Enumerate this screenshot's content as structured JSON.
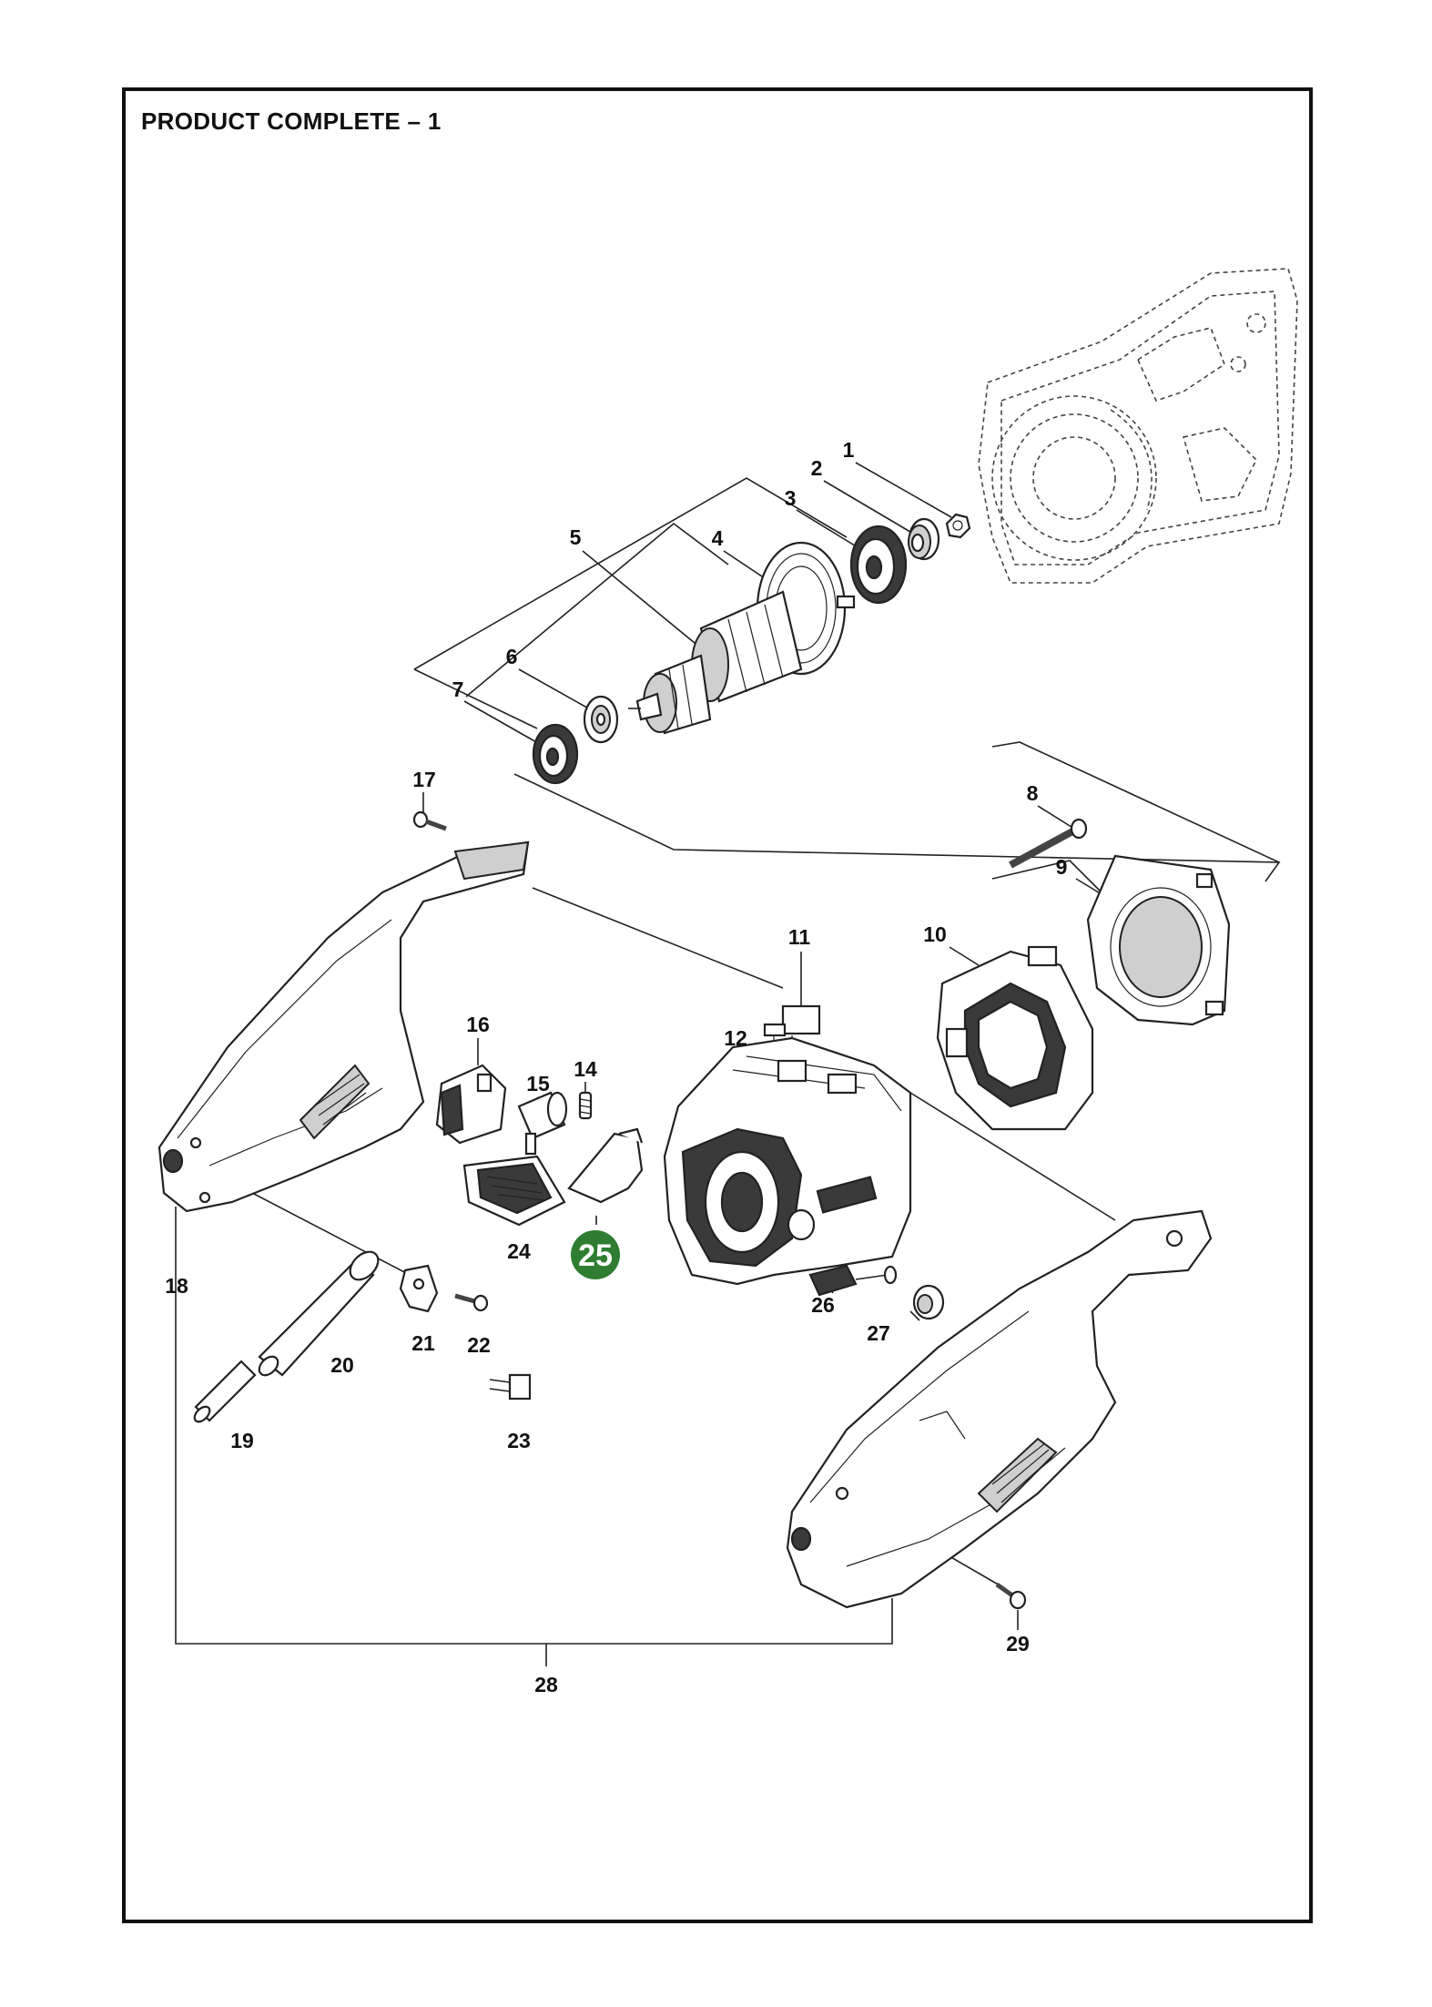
{
  "title": "PRODUCT COMPLETE – 1",
  "highlight_color": "#2e7d32",
  "callouts": [
    {
      "id": "c1",
      "label": "1"
    },
    {
      "id": "c2",
      "label": "2"
    },
    {
      "id": "c3",
      "label": "3"
    },
    {
      "id": "c4",
      "label": "4"
    },
    {
      "id": "c5",
      "label": "5"
    },
    {
      "id": "c6",
      "label": "6"
    },
    {
      "id": "c7",
      "label": "7"
    },
    {
      "id": "c8",
      "label": "8"
    },
    {
      "id": "c9",
      "label": "9"
    },
    {
      "id": "c10",
      "label": "10"
    },
    {
      "id": "c11",
      "label": "11"
    },
    {
      "id": "c12",
      "label": "12"
    },
    {
      "id": "c14",
      "label": "14"
    },
    {
      "id": "c15",
      "label": "15"
    },
    {
      "id": "c16",
      "label": "16"
    },
    {
      "id": "c17",
      "label": "17"
    },
    {
      "id": "c18",
      "label": "18"
    },
    {
      "id": "c19",
      "label": "19"
    },
    {
      "id": "c20",
      "label": "20"
    },
    {
      "id": "c21",
      "label": "21"
    },
    {
      "id": "c22",
      "label": "22"
    },
    {
      "id": "c23",
      "label": "23"
    },
    {
      "id": "c24",
      "label": "24"
    },
    {
      "id": "c25",
      "label": "25",
      "highlighted": true
    },
    {
      "id": "c26",
      "label": "26"
    },
    {
      "id": "c27",
      "label": "27"
    },
    {
      "id": "c28",
      "label": "28"
    },
    {
      "id": "c29",
      "label": "29"
    }
  ]
}
